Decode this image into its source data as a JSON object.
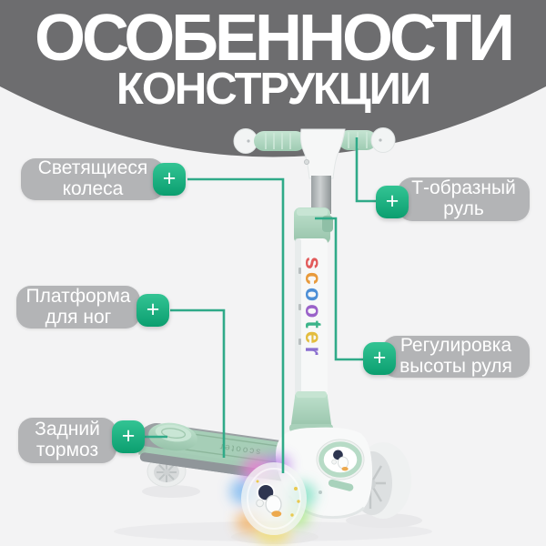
{
  "header": {
    "line1": "ОСОБЕННОСТИ",
    "line2": "КОНСТРУКЦИИ"
  },
  "callouts": [
    {
      "id": "glowing-wheels",
      "line1": "Светящиеся",
      "line2": "колеса"
    },
    {
      "id": "t-handlebar",
      "line1": "Т-образный",
      "line2": "руль"
    },
    {
      "id": "foot-platform",
      "line1": "Платформа",
      "line2": "для ног"
    },
    {
      "id": "height-adjustment",
      "line1": "Регулировка",
      "line2": "высоты руля"
    },
    {
      "id": "rear-brake",
      "line1": "Задний",
      "line2": "тормоз"
    }
  ],
  "ui": {
    "plus_glyph": "+"
  },
  "scooter": {
    "stem_text": "scooter",
    "stem_letter_colors": [
      "#e25a5a",
      "#e89a3c",
      "#4d8fd6",
      "#9a62c9",
      "#3bb489",
      "#e3bd3f",
      "#8a6fd0"
    ],
    "deck_text": "scooter"
  },
  "colors": {
    "banner_gray": "#6d6d6f",
    "background": "#f3f3f4",
    "pill_gray": "#b3b4b6",
    "accent_green_light": "#33c494",
    "accent_green_dark": "#0b9e6f",
    "callout_line": "#2faa88",
    "scooter_mint": "#aed6c1",
    "title_text": "#ffffff"
  }
}
